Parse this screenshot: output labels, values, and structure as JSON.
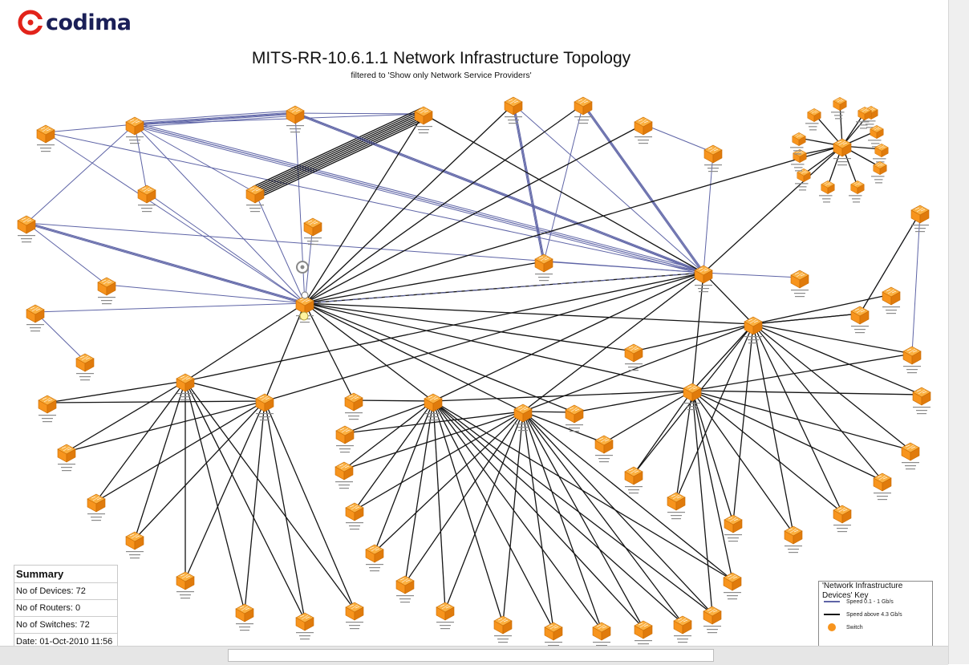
{
  "brand": {
    "name": "codima",
    "color": "#1a1f57",
    "accent": "#e2231a"
  },
  "title": "MITS-RR-10.6.1.1 Network Infrastructure Topology",
  "subtitle": "filtered to 'Show only Network Service Providers'",
  "summary": {
    "heading": "Summary",
    "devices": "No of Devices: 72",
    "routers": "No of Routers: 0",
    "switches": "No of Switches: 72",
    "date": "Date: 01-Oct-2010 11:56"
  },
  "legend": {
    "title": "'Network Infrastructure Devices' Key",
    "speed_slow": "Speed 0.1 - 1 Gb/s",
    "speed_fast": "Speed above 4.3 Gb/s",
    "switch": "Switch",
    "slow_color": "#5e64a6",
    "fast_color": "#141414",
    "switch_color": "#f7941d"
  },
  "icons": {
    "device": "switch-icon",
    "hub": "router-hub-icon"
  },
  "colors": {
    "switch_top": "#fbb040",
    "switch_left": "#f7941d",
    "switch_right": "#e07b0c",
    "switch_stroke": "#c86a00"
  }
}
